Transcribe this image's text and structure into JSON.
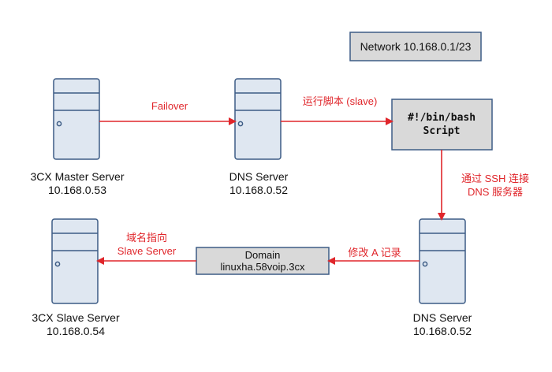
{
  "network_label": "Network 10.168.0.1/23",
  "nodes": {
    "master": {
      "name": "3CX Master Server",
      "ip": "10.168.0.53"
    },
    "dns_top": {
      "name": "DNS Server",
      "ip": "10.168.0.52"
    },
    "script": {
      "line1": "#!/bin/bash",
      "line2": "Script"
    },
    "dns_bottom": {
      "name": "DNS Server",
      "ip": "10.168.0.52"
    },
    "domain": {
      "line1": "Domain",
      "line2": "linuxha.58voip.3cx"
    },
    "slave": {
      "name": "3CX Slave Server",
      "ip": "10.168.0.54"
    }
  },
  "edges": {
    "failover": "Failover",
    "run_script": "运行脚本 (slave)",
    "ssh_line1": "通过 SSH 连接",
    "ssh_line2": "DNS 服务器",
    "modify_record": "修改 A 记录",
    "domain_point_line1": "域名指向",
    "domain_point_line2": "Slave Server"
  },
  "colors": {
    "arrow": "#e0262b",
    "server_fill": "#dfe7f1",
    "server_stroke": "#3d5c85",
    "box_fill": "#d9d9d9",
    "box_stroke": "#3d5c85"
  }
}
